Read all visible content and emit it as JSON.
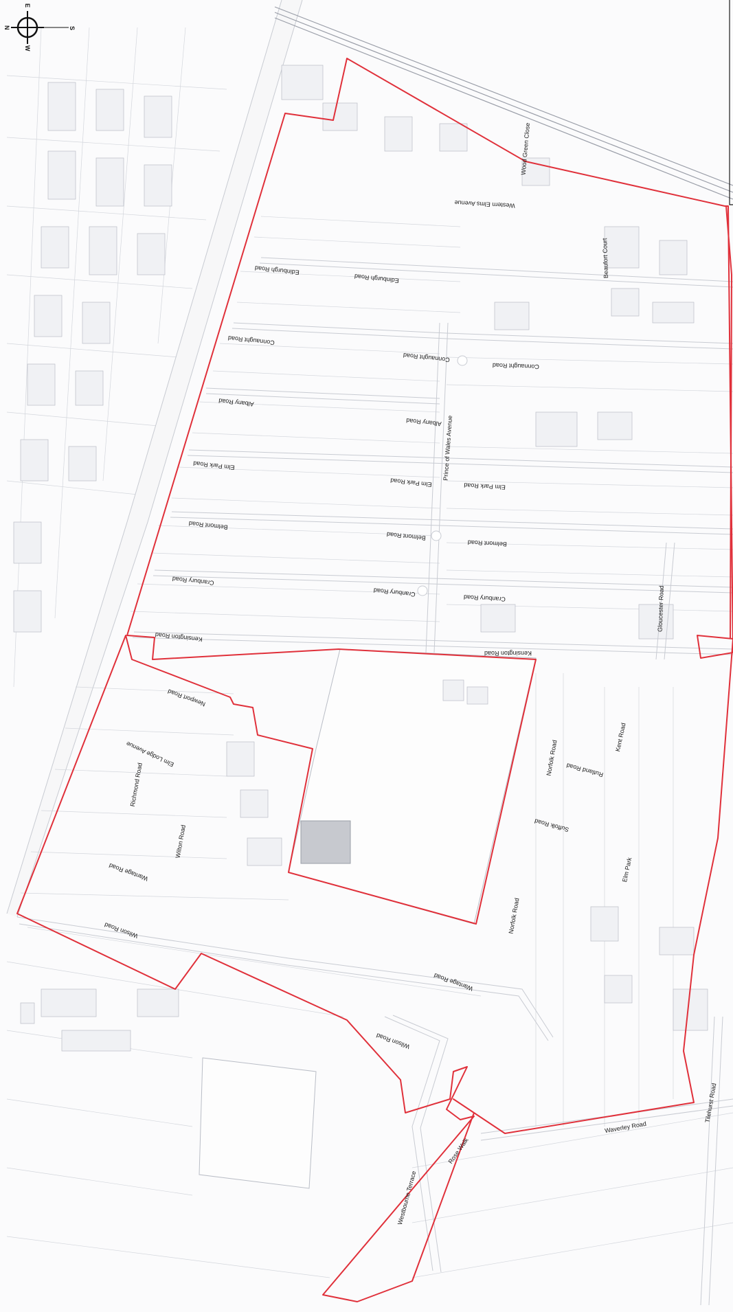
{
  "compass": {
    "n": "N",
    "s": "S",
    "e": "E",
    "w": "W",
    "icon": "compass-rose-icon"
  },
  "colors": {
    "boundary": "#e0303a",
    "road_edge": "#c8cbd2",
    "building": "#f0f1f4",
    "railway": "#9a9ea8"
  },
  "roads": {
    "western_elms_avenue": "Western Elms Avenue",
    "wood_green_close": "Wood Green Close",
    "beaufort_court": "Beaufort Court",
    "edinburgh_road_w": "Edinburgh Road",
    "edinburgh_road_e": "Edinburgh Road",
    "connaught_road_w": "Connaught Road",
    "connaught_road_m": "Connaught Road",
    "connaught_road_e": "Connaught Road",
    "albany_road_w": "Albany Road",
    "albany_road_e": "Albany Road",
    "prince_of_wales_avenue": "Prince of Wales Avenue",
    "elm_park_road_w": "Elm Park Road",
    "elm_park_road_m": "Elm Park Road",
    "elm_park_road_e": "Elm Park Road",
    "belmont_road_w": "Belmont Road",
    "belmont_road_m": "Belmont Road",
    "belmont_road_e": "Belmont Road",
    "cranbury_road_w": "Cranbury Road",
    "cranbury_road_m": "Cranbury Road",
    "cranbury_road_e": "Cranbury Road",
    "gloucester_road": "Gloucester Road",
    "kensington_road_w": "Kensington Road",
    "kensington_road_e": "Kensington Road",
    "newport_road": "Newport Road",
    "elm_lodge_avenue": "Elm Lodge Avenue",
    "richmond_road": "Richmond Road",
    "wilton_road": "Wilton Road",
    "norfolk_road": "Norfolk Road",
    "rutland_road": "Rutland Road",
    "suffolk_road": "Suffolk Road",
    "kent_road": "Kent Road",
    "elm_park": "Elm Park",
    "wantage_road_w": "Wantage Road",
    "wantage_road_e": "Wantage Road",
    "wilson_road_w": "Wilson Road",
    "wilson_road_e": "Wilson Road",
    "westbourne_terrace": "Westbourne Terrace",
    "waverley_road": "Waverley Road",
    "tilehurst_road": "Tilehurst Road",
    "rose_walk": "Rose Walk"
  }
}
